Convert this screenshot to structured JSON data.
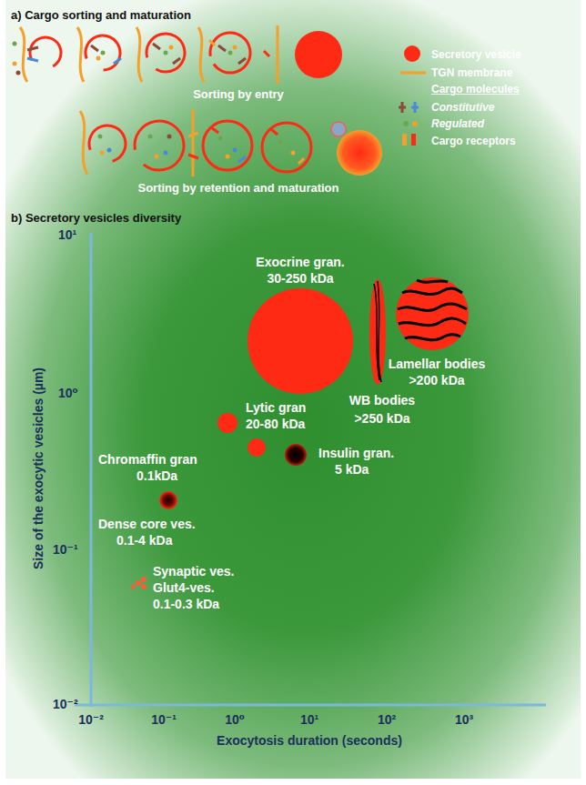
{
  "diagram": {
    "labels": [
      "a) Cargo sorting and maturation",
      "Sorting by entry",
      "Sorting by retention and maturation",
      "Cargo molecules",
      "b) Secretory vesicles diversity",
      "Size of the exocytic vesicles (µm)",
      "Exocytosis duration (seconds)",
      "10¹",
      "10⁰",
      "10⁻¹",
      "10⁻²",
      "10⁻²",
      "10⁻¹",
      "10⁰",
      "10¹",
      "10²",
      "10³",
      "Exocrine gran.",
      "30-250 kDa",
      "WB bodies",
      ">250 kDa",
      "Lamellar bodies",
      ">200 kDa",
      "Lytic gran",
      "20-80 kDa",
      "Chromaffin gran",
      "0.1kDa",
      "Insulin gran.",
      "5 kDa",
      "Dense core ves.",
      "0.1-4 kDa",
      "Synaptic ves.",
      "Glut4-ves.",
      "0.1-0.3 kDa"
    ],
    "legend": [
      {
        "text": "Secretory vesicle",
        "color": "#ff2a14"
      },
      {
        "text": "TGN membrane"
      },
      {
        "text": "Constitutive"
      },
      {
        "text": "Regulated"
      },
      {
        "text": "Cargo receptors"
      }
    ]
  }
}
